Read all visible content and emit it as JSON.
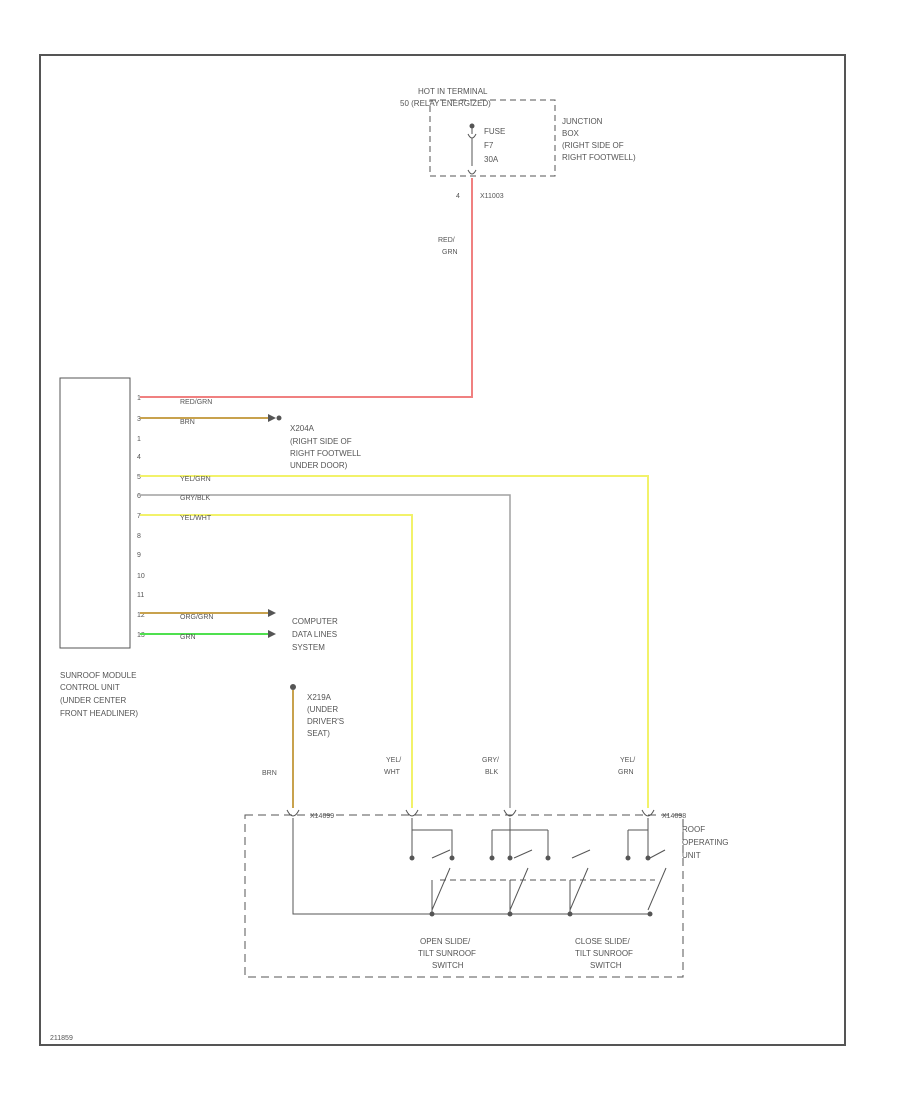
{
  "colors": {
    "frame": "#555555",
    "red_wire": "#f08080",
    "brn_wire": "#c8a24e",
    "yel_wire": "#f2f26a",
    "gry_wire": "#a0a0a0",
    "grn_wire": "#4fe04f",
    "line": "#555555"
  },
  "fuse_block": {
    "title_line1": "HOT IN TERMINAL",
    "title_line2": "50 (RELAY ENERGIZED)",
    "fuse_line1": "FUSE",
    "fuse_line2": "F7",
    "fuse_line3": "30A",
    "junction_line1": "JUNCTION",
    "junction_line2": "BOX",
    "junction_line3": "(RIGHT SIDE OF",
    "junction_line4": "RIGHT FOOTWELL)",
    "connector_pin": "4",
    "connector_id": "X11003"
  },
  "wire_red_grn": {
    "line1": "RED/",
    "line2": "GRN"
  },
  "module": {
    "pins": [
      "1",
      "3",
      "1",
      "4",
      "5",
      "6",
      "7",
      "8",
      "9",
      "10",
      "11",
      "12",
      "13"
    ],
    "wire_labels": {
      "pin1": "RED/GRN",
      "pin3": "BRN",
      "pin5": "YEL/GRN",
      "pin6": "GRY/BLK",
      "pin7": "YEL/WHT",
      "pin12": "ORG/GRN",
      "pin13": "GRN"
    },
    "label_line1": "SUNROOF MODULE",
    "label_line2": "CONTROL UNIT",
    "label_line3": "(UNDER CENTER",
    "label_line4": "FRONT HEADLINER)"
  },
  "ground1": {
    "line1": "X204A",
    "line2": "(RIGHT SIDE OF",
    "line3": "RIGHT FOOTWELL",
    "line4": "UNDER DOOR)"
  },
  "computer": {
    "line1": "COMPUTER",
    "line2": "DATA LINES",
    "line3": "SYSTEM"
  },
  "ground2": {
    "line1": "X219A",
    "line2": "(UNDER",
    "line3": "DRIVER'S",
    "line4": "SEAT)"
  },
  "switch_wires": {
    "brn": "BRN",
    "yel_wht_1": "YEL/",
    "yel_wht_2": "WHT",
    "gry_blk_1": "GRY/",
    "gry_blk_2": "BLK",
    "yel_grn_1": "YEL/",
    "yel_grn_2": "GRN"
  },
  "switch_unit": {
    "conn_left": "X14099",
    "conn_right": "X14098",
    "label_line1": "ROOF",
    "label_line2": "OPERATING",
    "label_line3": "UNIT",
    "open_line1": "OPEN SLIDE/",
    "open_line2": "TILT SUNROOF",
    "open_line3": "SWITCH",
    "close_line1": "CLOSE SLIDE/",
    "close_line2": "TILT SUNROOF",
    "close_line3": "SWITCH"
  },
  "footer": {
    "code": "211859"
  }
}
